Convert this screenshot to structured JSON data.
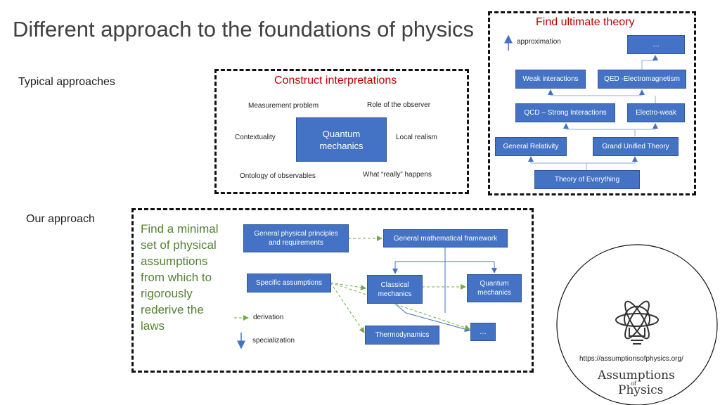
{
  "title": "Different approach to the foundations of physics",
  "typical_label": "Typical approaches",
  "our_label": "Our approach",
  "ultimate": {
    "heading": "Find ultimate theory",
    "approximation": "approximation",
    "boxes": {
      "ellipsis": "…",
      "weak": "Weak interactions",
      "qed": "QED -Electromagnetism",
      "qcd": "QCD – Strong Interactions",
      "electroweak": "Electro-weak",
      "gr": "General Relativity",
      "gut": "Grand Unified Theory",
      "toe": "Theory of Everything"
    }
  },
  "interp": {
    "heading": "Construct interpretations",
    "center": "Quantum mechanics",
    "measurement": "Measurement problem",
    "observer": "Role of the observer",
    "contextuality": "Contextuality",
    "local_realism": "Local realism",
    "ontology": "Ontology of observables",
    "really": "What “really” happens"
  },
  "our": {
    "text": "Find a minimal set of physical assumptions from which to rigorously rederive the laws",
    "principles": "General physical principles and requirements",
    "framework": "General mathematical framework",
    "specific": "Specific assumptions",
    "classical": "Classical mechanics",
    "quantum": "Quantum mechanics",
    "thermo": "Thermodynamics",
    "ellipsis": "…",
    "legend_derivation": "derivation",
    "legend_specialization": "specialization"
  },
  "logo": {
    "url": "https://assumptionsofphysics.org/",
    "line1": "Assumptions",
    "line2": "of",
    "line3": "Physics"
  }
}
